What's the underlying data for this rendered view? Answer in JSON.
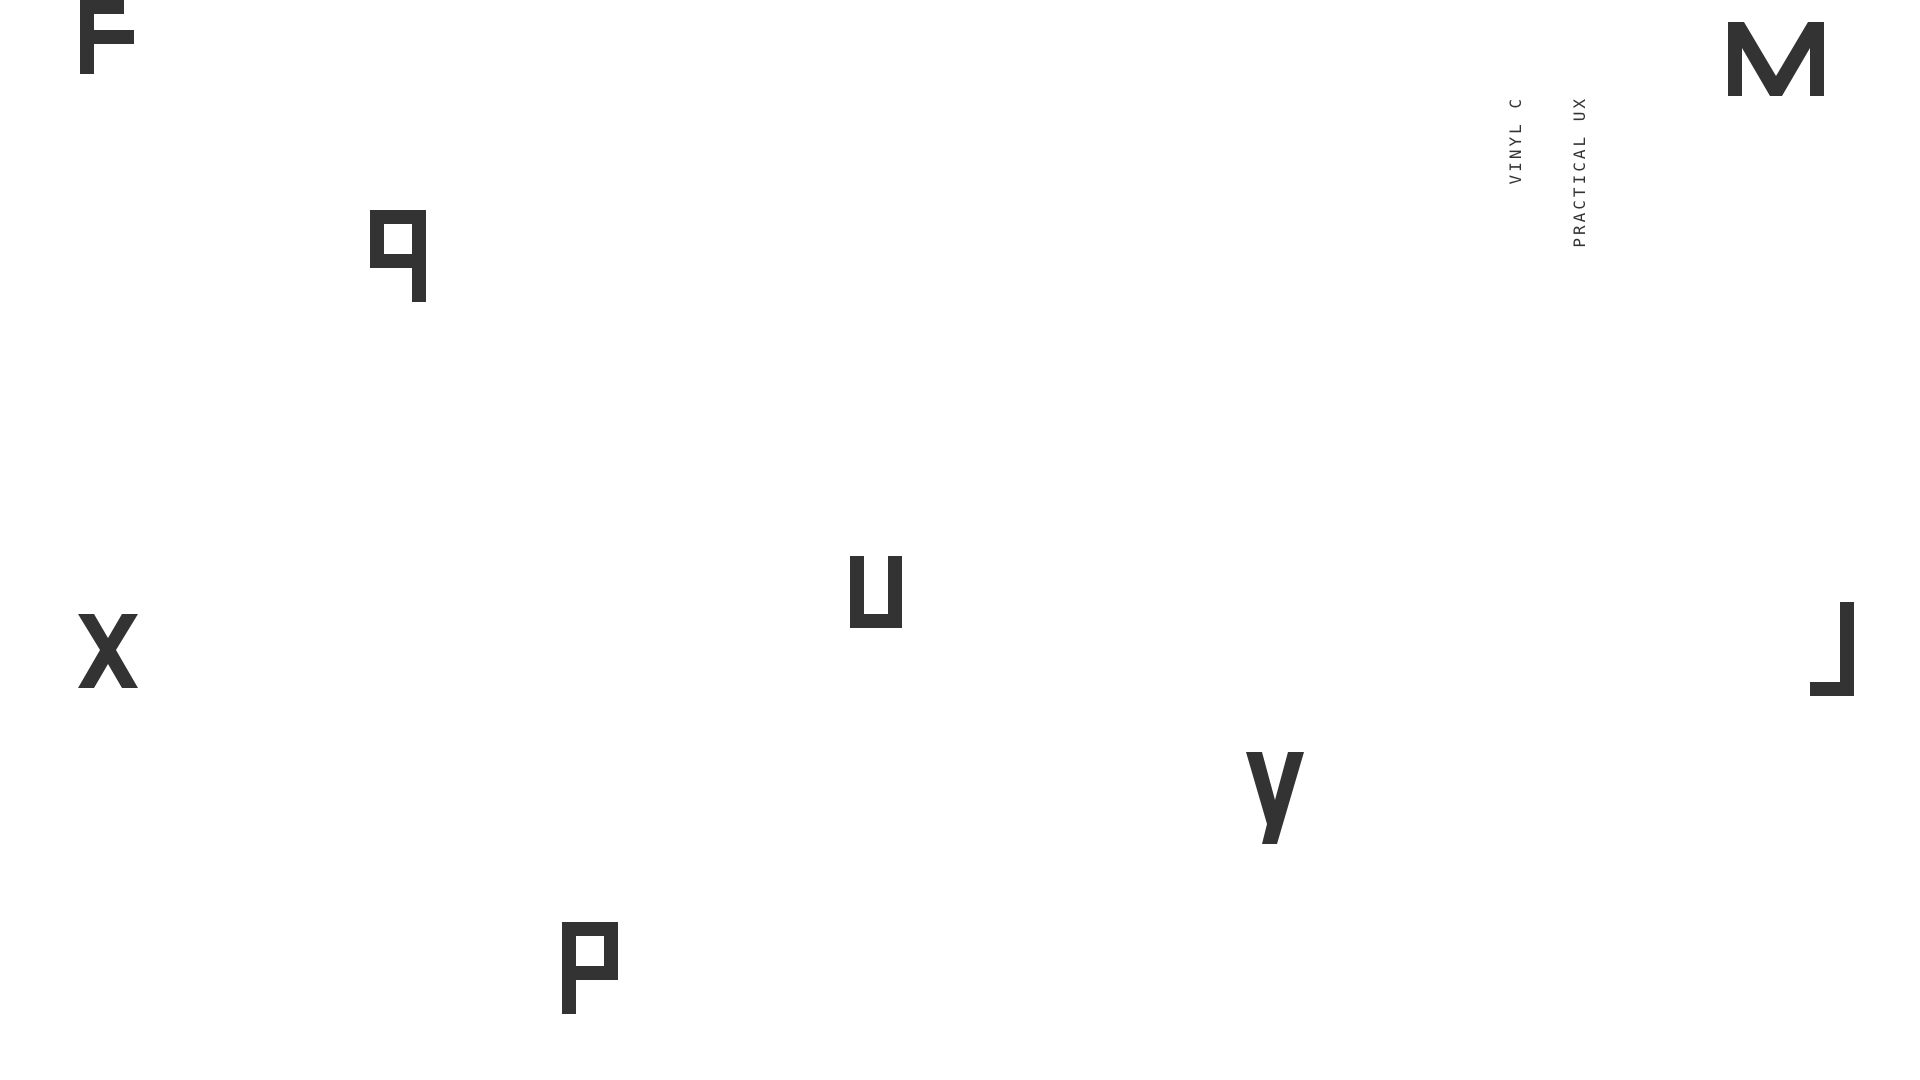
{
  "glyphs": {
    "g1": {
      "name": "letter-f-glyph"
    },
    "g2": {
      "name": "letter-q-glyph"
    },
    "g3": {
      "name": "letter-x-glyph"
    },
    "g4": {
      "name": "letter-u-glyph"
    },
    "g5": {
      "name": "letter-p-glyph"
    },
    "g6": {
      "name": "letter-y-glyph"
    },
    "g7": {
      "name": "letter-m-glyph"
    },
    "g8": {
      "name": "corner-j-glyph"
    }
  },
  "vertical_labels": {
    "left": "VINYL C",
    "right": "PRACTICAL UX"
  },
  "colors": {
    "ink": "#333333",
    "background": "#ffffff"
  }
}
